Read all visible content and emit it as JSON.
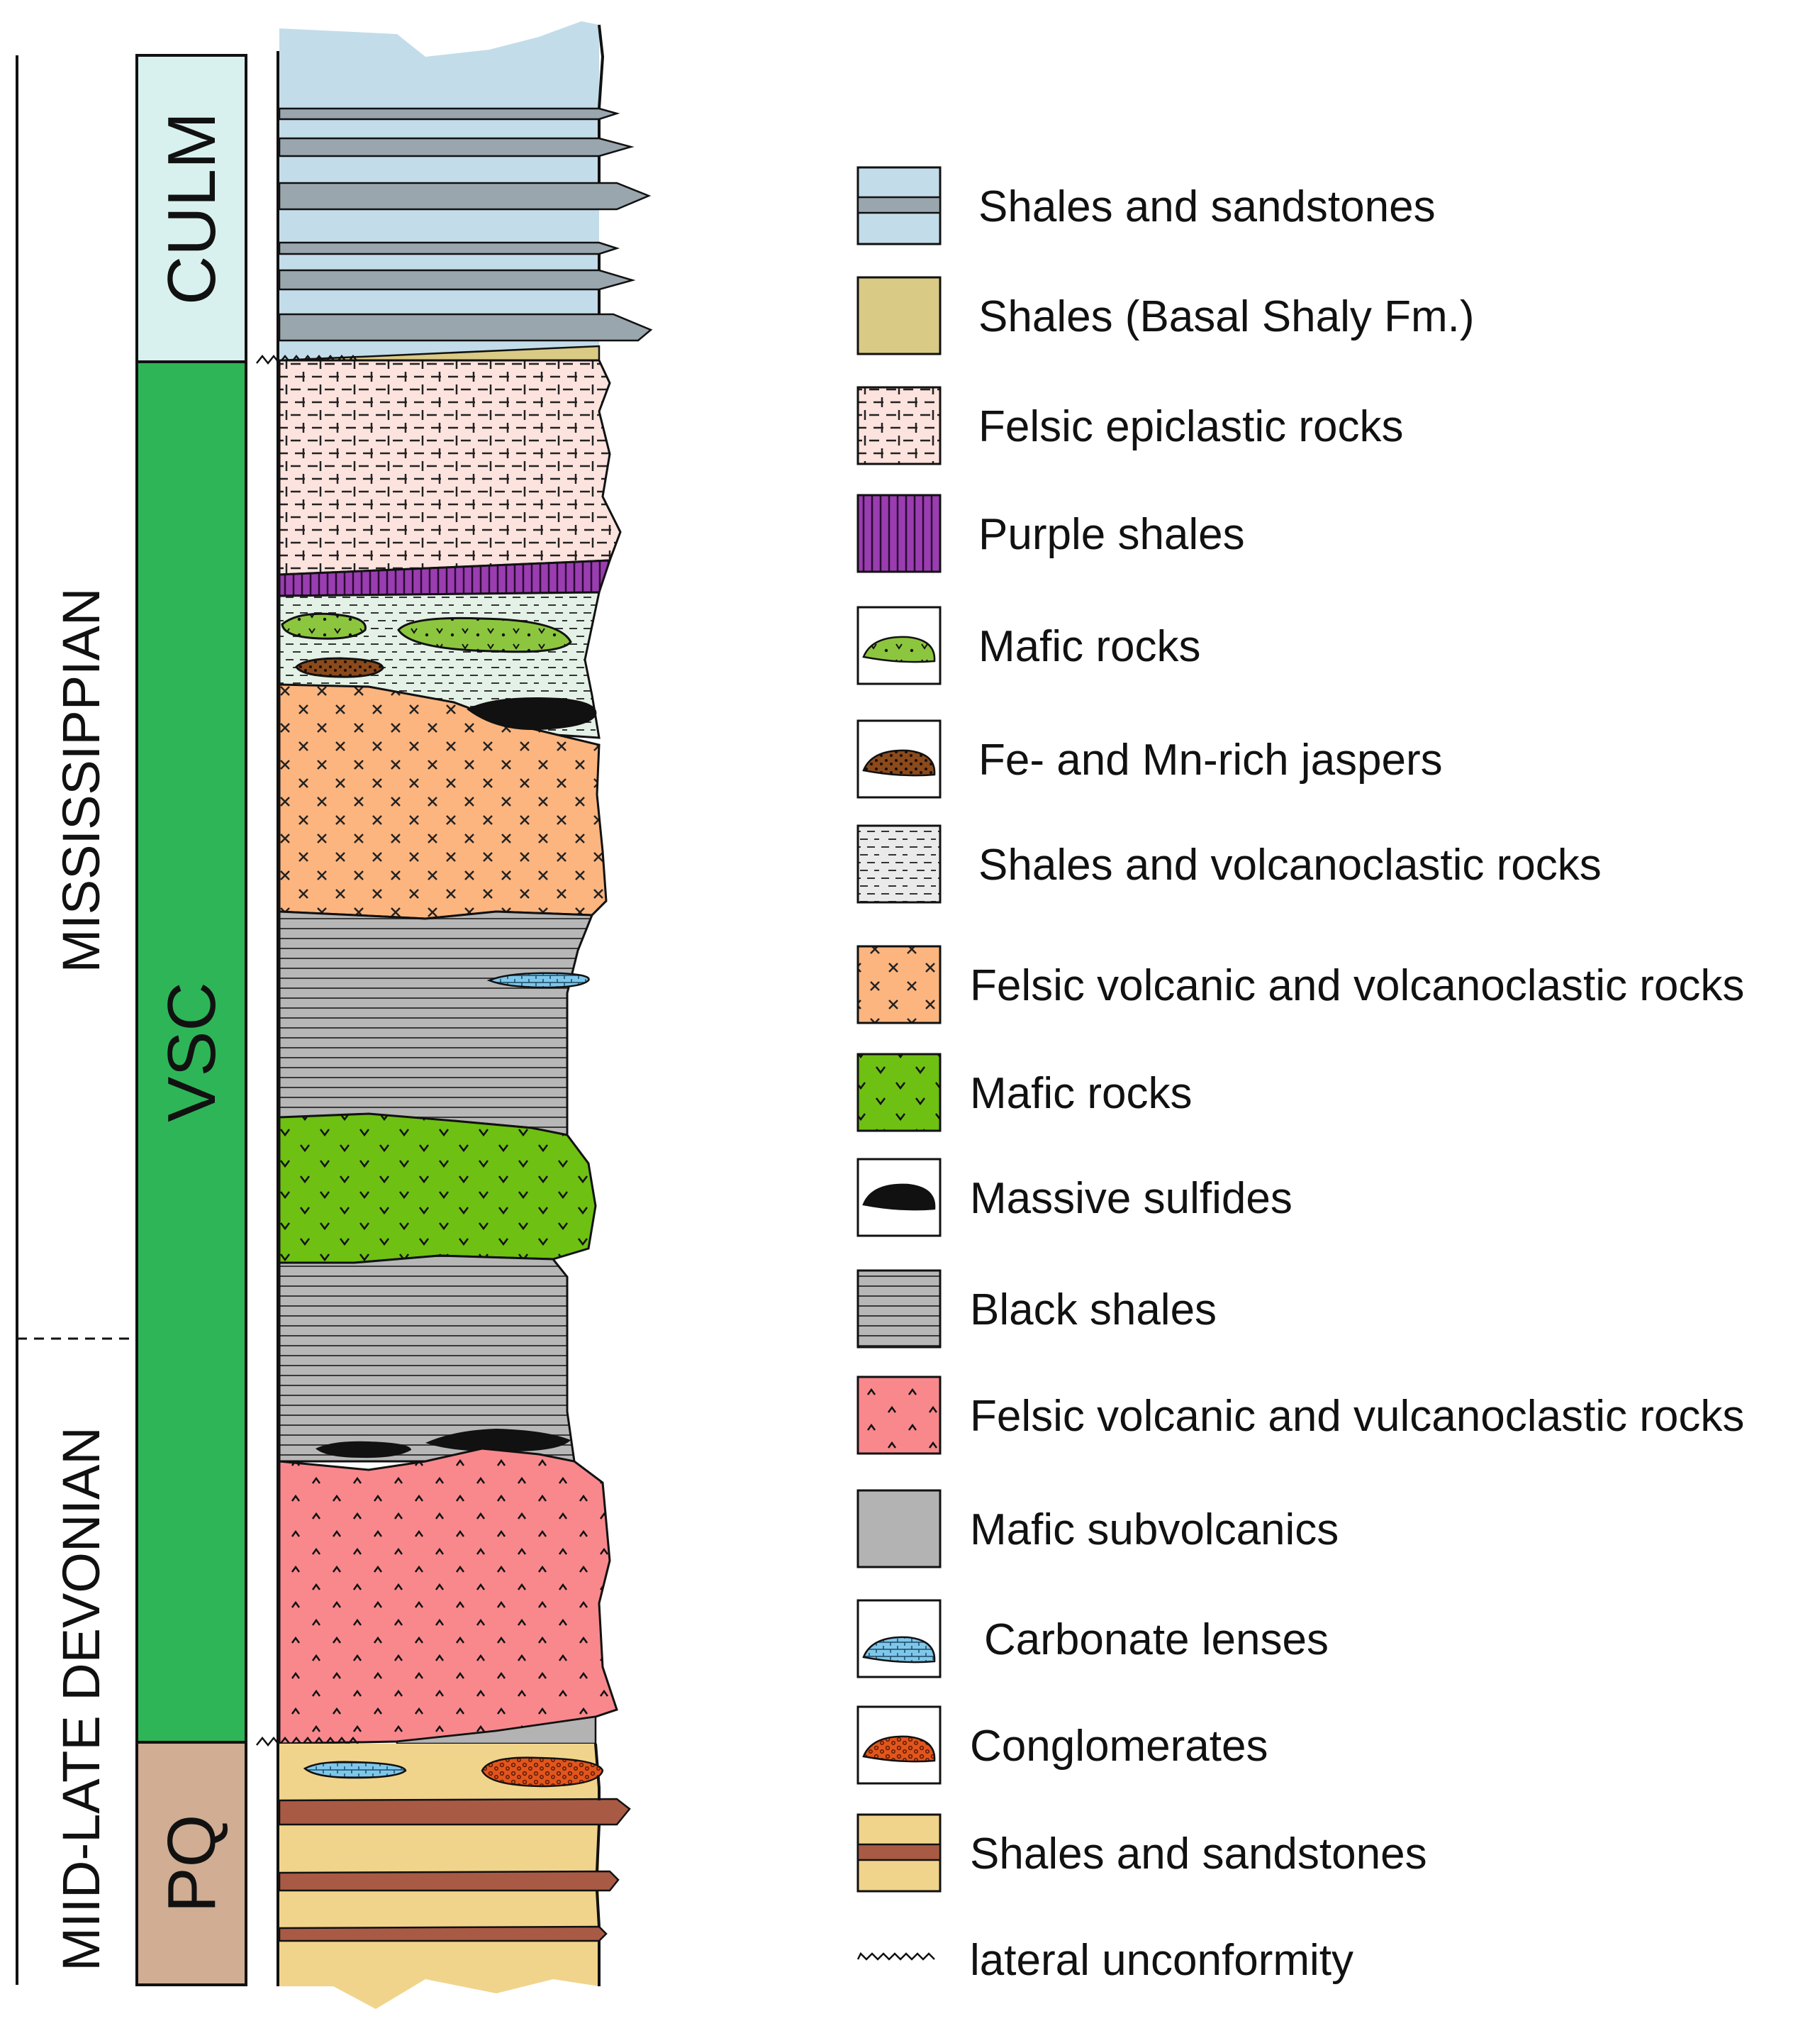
{
  "periods": {
    "upper": "MISSISSIPPIAN",
    "lower": "MIID-LATE DEVONIAN"
  },
  "units": {
    "culm": "CULM",
    "vsc": "VSC",
    "pq": "PQ"
  },
  "colors": {
    "culm_box": "#d8f1ee",
    "vsc_box": "#2eb558",
    "pq_box": "#d0ad93",
    "culm_shale": "#c3dcea",
    "culm_sand": "#9aa6ad",
    "basal_shale": "#d9ca86",
    "epiclastic": "#fde3de",
    "purple": "#9a3db0",
    "mafic_green": "#8cc63e",
    "jasper": "#8a4a1c",
    "volc_shale": "#e4f1e6",
    "felsic_orange": "#fcb57f",
    "mafic_rocks": "#6ec012",
    "sulfide": "#111111",
    "black_shale": "#b7b7b7",
    "felsic_red": "#f8888c",
    "subvolcanic": "#b3b3b3",
    "carbonate": "#7fc7ea",
    "conglomerate": "#e2551c",
    "pq_shale": "#f1d48b",
    "pq_sand": "#a95a44"
  },
  "legend": [
    {
      "label": "Shales and sandstones",
      "swatch": "culm"
    },
    {
      "label": "Shales (Basal Shaly Fm.)",
      "swatch": "basal"
    },
    {
      "label": "Felsic epiclastic rocks",
      "swatch": "epiclastic"
    },
    {
      "label": "Purple shales",
      "swatch": "purple"
    },
    {
      "label": "Mafic rocks",
      "swatch": "mafic-lens"
    },
    {
      "label": "Fe- and Mn-rich jaspers",
      "swatch": "jasper-lens"
    },
    {
      "label": "Shales and volcanoclastic rocks",
      "swatch": "volc-shale"
    },
    {
      "label": "Felsic volcanic and volcanoclastic rocks",
      "swatch": "felsic-orange"
    },
    {
      "label": "Mafic rocks",
      "swatch": "mafic-v"
    },
    {
      "label": "Massive sulfides",
      "swatch": "sulfide-lens"
    },
    {
      "label": "Black shales",
      "swatch": "black-shale"
    },
    {
      "label": "Felsic volcanic and vulcanoclastic rocks",
      "swatch": "felsic-red"
    },
    {
      "label": "Mafic subvolcanics",
      "swatch": "subvolcanic"
    },
    {
      "label": "Carbonate lenses",
      "swatch": "carbonate-lens"
    },
    {
      "label": "Conglomerates",
      "swatch": "conglomerate-lens"
    },
    {
      "label": "Shales and sandstones",
      "swatch": "pq"
    },
    {
      "label": "lateral unconformity",
      "swatch": "unconformity"
    }
  ]
}
